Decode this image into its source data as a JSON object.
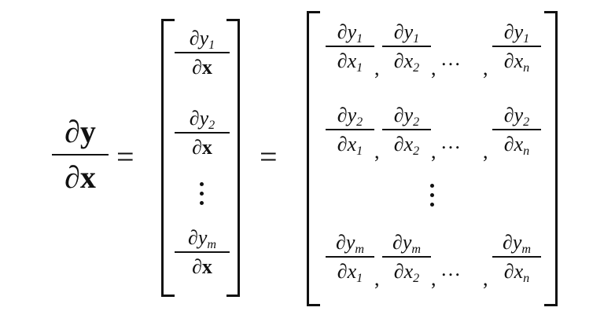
{
  "symbols": {
    "partial": "∂",
    "y": "y",
    "x": "x",
    "equals": "=",
    "comma": ",",
    "hdots": "…"
  },
  "lhs": {
    "numerator_var": "y",
    "denominator_var": "x"
  },
  "column_vector": {
    "entries": [
      {
        "num_var": "y",
        "num_sub": "1",
        "den_var": "x"
      },
      {
        "num_var": "y",
        "num_sub": "2",
        "den_var": "x"
      },
      {
        "num_var": "y",
        "num_sub": "m",
        "den_var": "x"
      }
    ]
  },
  "matrix": {
    "rows": [
      {
        "num_sub": "1",
        "cols": [
          "1",
          "2",
          "n"
        ]
      },
      {
        "num_sub": "2",
        "cols": [
          "1",
          "2",
          "n"
        ]
      },
      {
        "num_sub": "m",
        "cols": [
          "1",
          "2",
          "n"
        ]
      }
    ],
    "num_var": "y",
    "den_var": "x"
  },
  "colors": {
    "ink": "#111111",
    "background": "#ffffff"
  }
}
